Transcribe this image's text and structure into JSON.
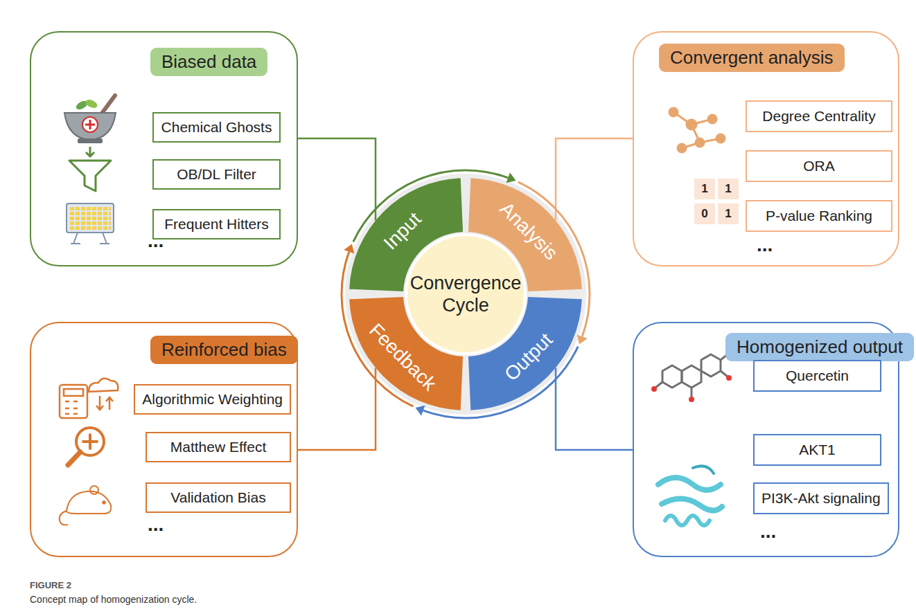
{
  "diagram": {
    "caption": "Concept map of homogenization cycle.",
    "nodes": [
      {
        "text": [
          "Biased data"
        ]
      },
      {
        "text": [
          "Chemical Ghosts"
        ],
        "in": 0
      },
      {
        "text": [
          "OB/DL Filter"
        ],
        "in": 0
      },
      {
        "text": [
          "Frequent Hitters"
        ],
        "in": 0
      },
      {
        "text": [
          "Convergent analysis"
        ]
      },
      {
        "text": [
          "Degree Centrality"
        ],
        "in": 4
      },
      {
        "text": [
          "ORA"
        ],
        "in": 4
      },
      {
        "text": [
          "P-value Ranking"
        ],
        "in": 4
      },
      {
        "text": [
          "Input"
        ]
      },
      {
        "text": [
          "Analysis"
        ]
      },
      {
        "text": [
          "Convergence Cycle"
        ]
      },
      {
        "text": [
          "Output"
        ]
      },
      {
        "text": [
          "Feedback"
        ]
      },
      {
        "text": [
          "Reinforced bias"
        ]
      },
      {
        "text": [
          "Algorithmic Weighting"
        ],
        "in": 13
      },
      {
        "text": [
          "Matthew Effect"
        ],
        "in": 13
      },
      {
        "text": [
          "Validation Bias"
        ],
        "in": 13
      },
      {
        "text": [
          "Homogenized output"
        ]
      },
      {
        "text": [
          "Quercetin"
        ],
        "in": 17
      },
      {
        "text": [
          "AKT1"
        ],
        "in": 17
      },
      {
        "text": [
          "PI3K-Akt signaling"
        ],
        "in": 17
      }
    ],
    "edges": [
      {
        "from": 0,
        "to": 8,
        "arrow": "none"
      },
      {
        "from": 4,
        "to": 9,
        "arrow": "none"
      },
      {
        "from": 17,
        "to": 11,
        "arrow": "none"
      },
      {
        "from": 13,
        "to": 12,
        "arrow": "none"
      },
      {
        "from": 8,
        "to": 9,
        "arrow": "to"
      },
      {
        "from": 9,
        "to": 11,
        "arrow": "to"
      },
      {
        "from": 11,
        "to": 12,
        "arrow": "to"
      },
      {
        "from": 12,
        "to": 8,
        "arrow": "to"
      }
    ],
    "labels": [
      "...",
      "1",
      "1",
      "0",
      "1",
      "...",
      "...",
      "...",
      "FIGURE 2"
    ]
  }
}
